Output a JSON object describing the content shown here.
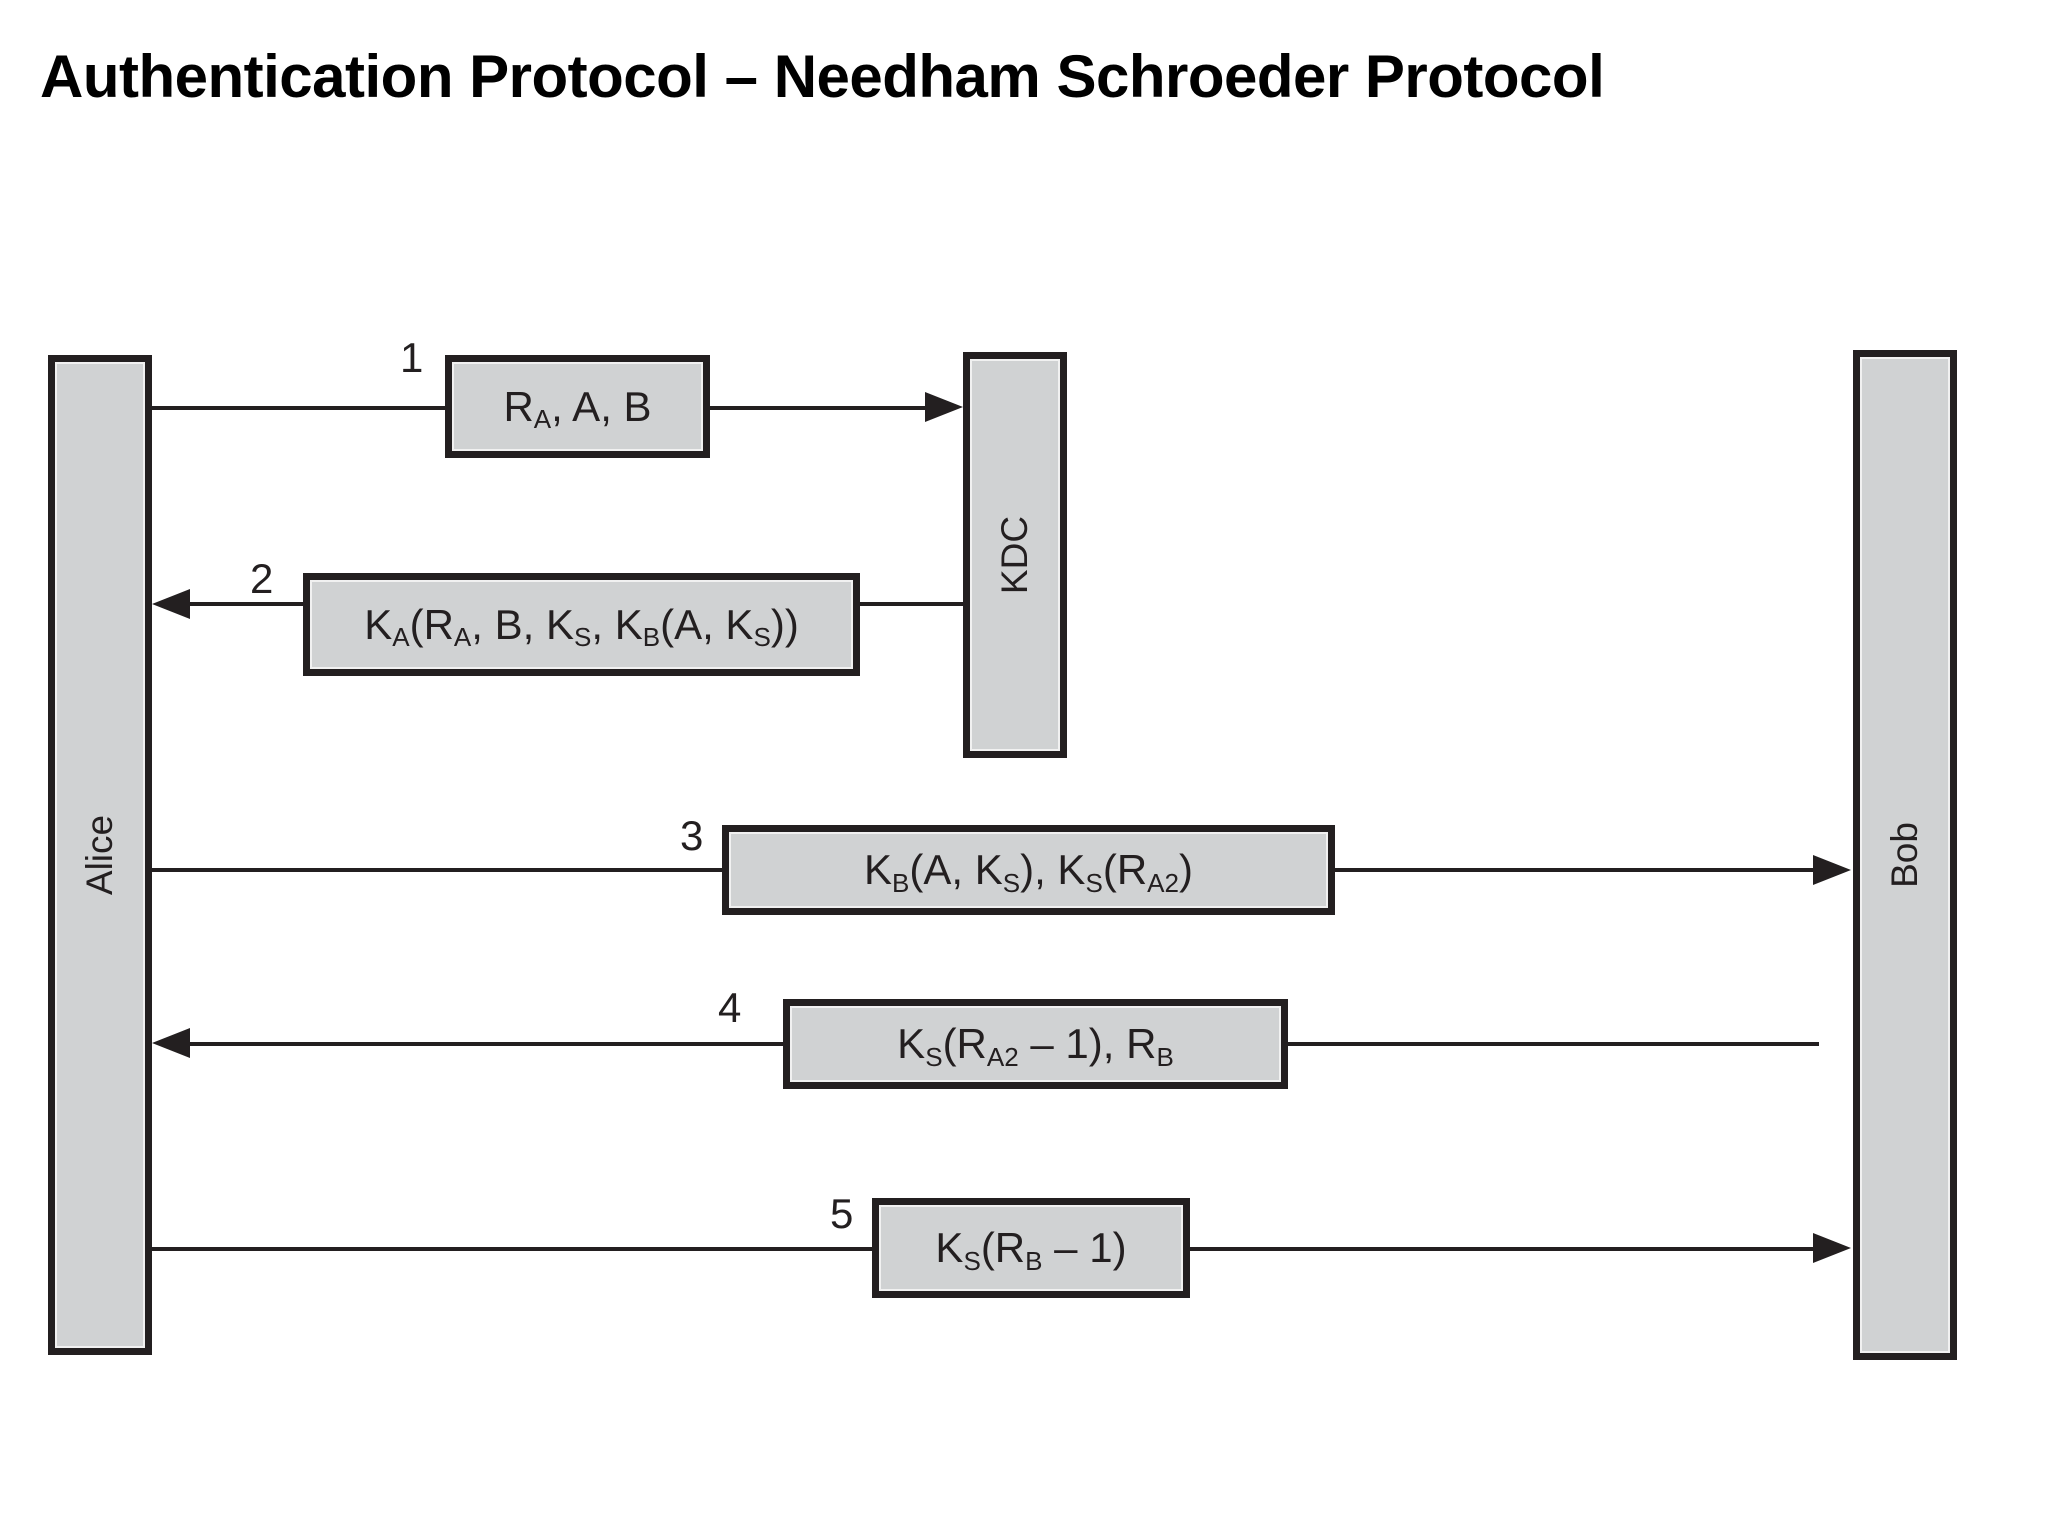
{
  "slide": {
    "title": "Authentication Protocol – Needham Schroeder Protocol",
    "colors": {
      "box_fill": "#d0d2d3",
      "stroke": "#231f20",
      "background": "#ffffff",
      "inner_highlight": "#f1f1f1"
    }
  },
  "actors": [
    {
      "id": "alice",
      "label": "Alice"
    },
    {
      "id": "kdc",
      "label": "KDC"
    },
    {
      "id": "bob",
      "label": "Bob"
    }
  ],
  "messages": [
    {
      "number": "1",
      "from": "Alice",
      "to": "KDC",
      "direction": "right",
      "text": "R_A, A, B",
      "parts": [
        {
          "t": "R"
        },
        {
          "sub": "A"
        },
        {
          "t": ", A, B"
        }
      ]
    },
    {
      "number": "2",
      "from": "KDC",
      "to": "Alice",
      "direction": "left",
      "text": "K_A(R_A, B, K_S, K_B(A, K_S))",
      "parts": [
        {
          "t": "K"
        },
        {
          "sub": "A"
        },
        {
          "t": "(R"
        },
        {
          "sub": "A"
        },
        {
          "t": ", B, K"
        },
        {
          "sub": "S"
        },
        {
          "t": ", K"
        },
        {
          "sub": "B"
        },
        {
          "t": "(A, K"
        },
        {
          "sub": "S"
        },
        {
          "t": "))"
        }
      ]
    },
    {
      "number": "3",
      "from": "Alice",
      "to": "Bob",
      "direction": "right",
      "text": "K_B(A, K_S), K_S(R_A2)",
      "parts": [
        {
          "t": "K"
        },
        {
          "sub": "B"
        },
        {
          "t": "(A, K"
        },
        {
          "sub": "S"
        },
        {
          "t": "), K"
        },
        {
          "sub": "S"
        },
        {
          "t": "(R"
        },
        {
          "sub": "A2"
        },
        {
          "t": ")"
        }
      ]
    },
    {
      "number": "4",
      "from": "Bob",
      "to": "Alice",
      "direction": "left",
      "text": "K_S(R_A2 – 1), R_B",
      "parts": [
        {
          "t": "K"
        },
        {
          "sub": "S"
        },
        {
          "t": "(R"
        },
        {
          "sub": "A2"
        },
        {
          "t": " – 1), R"
        },
        {
          "sub": "B"
        }
      ]
    },
    {
      "number": "5",
      "from": "Alice",
      "to": "Bob",
      "direction": "right",
      "text": "K_S(R_B – 1)",
      "parts": [
        {
          "t": "K"
        },
        {
          "sub": "S"
        },
        {
          "t": "(R"
        },
        {
          "sub": "B"
        },
        {
          "t": " – 1)"
        }
      ]
    }
  ]
}
